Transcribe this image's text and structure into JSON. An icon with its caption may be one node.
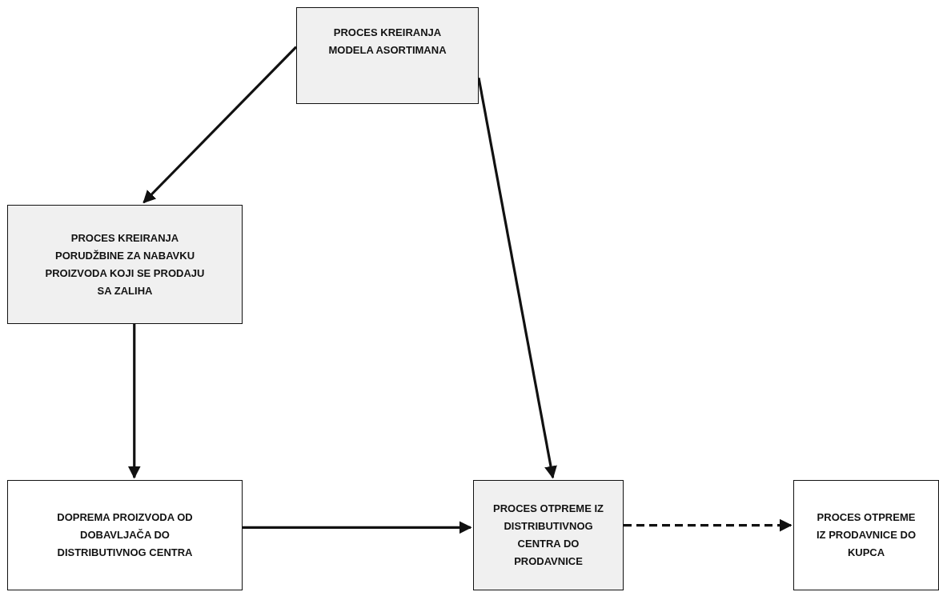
{
  "diagram": {
    "nodes": [
      {
        "text": [
          "PROCES KREIRANJA MODELA ASORTIMANA"
        ]
      },
      {
        "text": [
          "PROCES KREIRANJA PORUDŽBINE ZA NABAVKU PROIZVODA KOJI SE PRODAJU SA ZALIHA"
        ]
      },
      {
        "text": [
          "DOPREMA PROIZVODA OD DOBAVLJAČA DO DISTRIBUTIVNOG CENTRA"
        ]
      },
      {
        "text": [
          "PROCES OTPREME IZ DISTRIBUTIVNOG CENTRA DO PRODAVNICE"
        ]
      },
      {
        "text": [
          "PROCES OTPREME IZ PRODAVNICE DO KUPCA"
        ]
      }
    ],
    "edges": [
      {
        "from": 0,
        "to": 1,
        "arrow": "to"
      },
      {
        "from": 0,
        "to": 3,
        "arrow": "to"
      },
      {
        "from": 1,
        "to": 2,
        "arrow": "to"
      },
      {
        "from": 2,
        "to": 3,
        "arrow": "to"
      },
      {
        "from": 3,
        "to": 4,
        "arrow": "to",
        "style": "dashed"
      }
    ]
  }
}
